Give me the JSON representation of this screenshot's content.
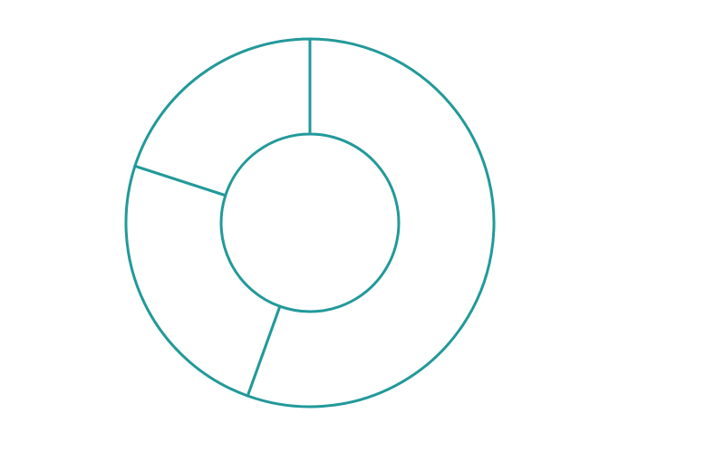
{
  "chart_data": {
    "type": "pie",
    "variant": "donut",
    "categories": [
      "",
      "",
      ""
    ],
    "values": [
      55.5,
      24.5,
      20.0
    ],
    "colors": {
      "stroke": "#22999a",
      "fill": "#ffffff",
      "background": "#ffffff"
    },
    "title": "",
    "legend": "none",
    "data_labels": "none"
  }
}
